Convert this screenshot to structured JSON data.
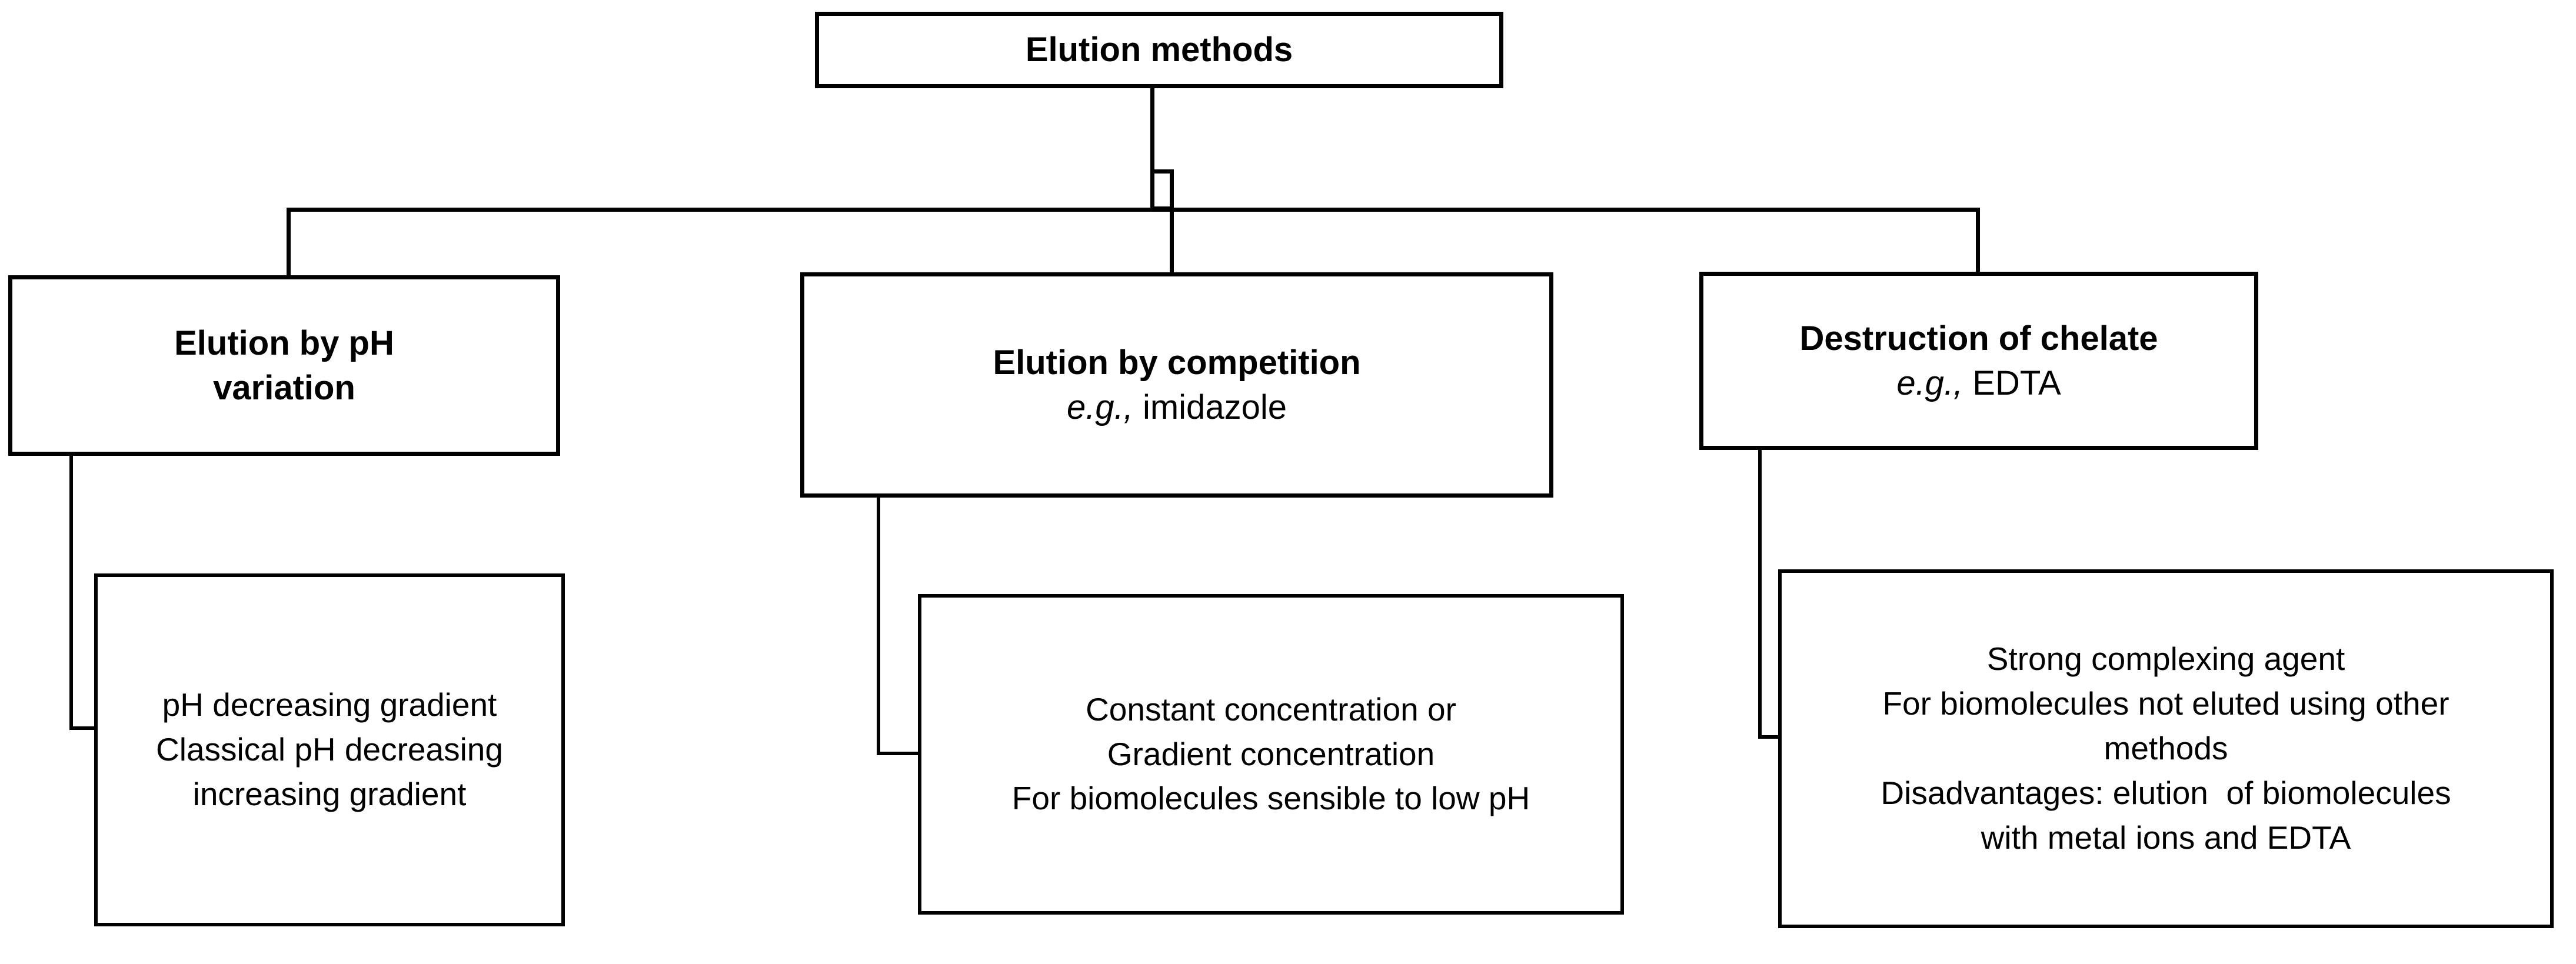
{
  "diagram": {
    "title": "Elution methods",
    "root": {
      "label": "Elution methods"
    },
    "branches": [
      {
        "id": "ph-variation",
        "title_line1": "Elution by pH",
        "title_line2": "variation",
        "example_prefix": "",
        "example_value": "",
        "detail_lines": [
          "pH decreasing gradient",
          "Classical pH decreasing",
          "increasing gradient"
        ]
      },
      {
        "id": "competition",
        "title_line1": "Elution by competition",
        "title_line2": "",
        "example_prefix": "e.g.,",
        "example_value": " imidazole",
        "detail_lines": [
          "Constant concentration or",
          "Gradient concentration",
          "For biomolecules sensible to low pH"
        ]
      },
      {
        "id": "chelate-destruction",
        "title_line1": "Destruction of chelate",
        "title_line2": "",
        "example_prefix": "e.g.,",
        "example_value": " EDTA",
        "detail_lines": [
          "Strong complexing agent",
          "For biomolecules not eluted using other",
          "methods",
          "Disadvantages: elution  of biomolecules",
          "with metal ions and EDTA"
        ]
      }
    ],
    "colors": {
      "stroke": "#000000",
      "background": "#ffffff",
      "text": "#000000"
    }
  }
}
